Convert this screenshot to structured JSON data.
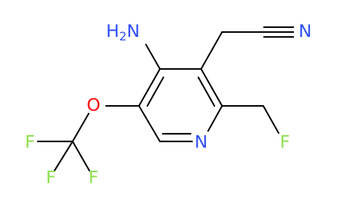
{
  "molecule": {
    "atoms": {
      "amino": {
        "text": "H",
        "sub": "2",
        "tail": "N"
      },
      "nitrile_n": "N",
      "ring_n": "N",
      "fluoro": "F",
      "ether_o": "O",
      "cf3_f1": "F",
      "cf3_f2": "F",
      "cf3_f3": "F"
    },
    "colors": {
      "nitrogen": "#3050F8",
      "oxygen": "#FF0D0D",
      "fluorine": "#90E050",
      "bond": "#000000"
    }
  }
}
